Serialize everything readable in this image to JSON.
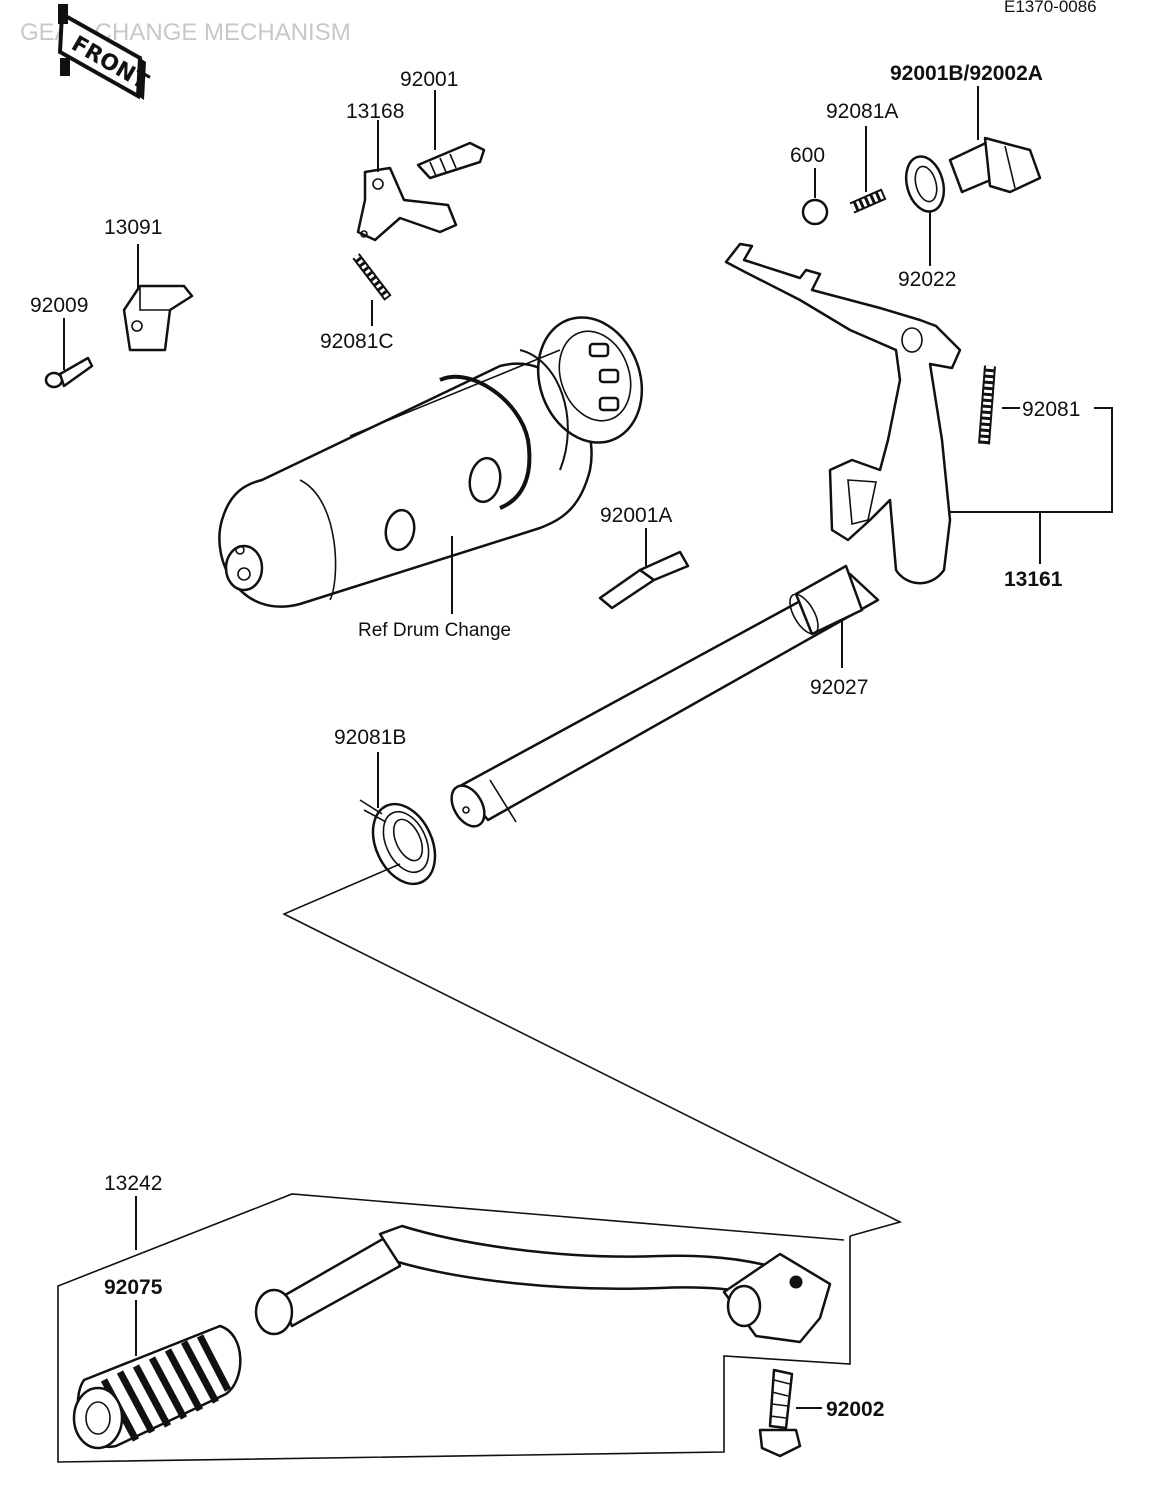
{
  "header": {
    "title": "GEAR CHANGE MECHANISM",
    "code": "E1370-0086",
    "front_badge": "FRONT"
  },
  "parts": {
    "p92001": "92001",
    "p13168": "13168",
    "p13091": "13091",
    "p92009": "92009",
    "p92081C": "92081C",
    "p600": "600",
    "p92081A": "92081A",
    "p92001B_92002A": "92001B/92002A",
    "p92022": "92022",
    "p92081": "92081",
    "p13161": "13161",
    "p92001A": "92001A",
    "p92027": "92027",
    "ref_drum": "Ref  Drum Change",
    "p92081B": "92081B",
    "p13242": "13242",
    "p92075": "92075",
    "p92002": "92002"
  }
}
